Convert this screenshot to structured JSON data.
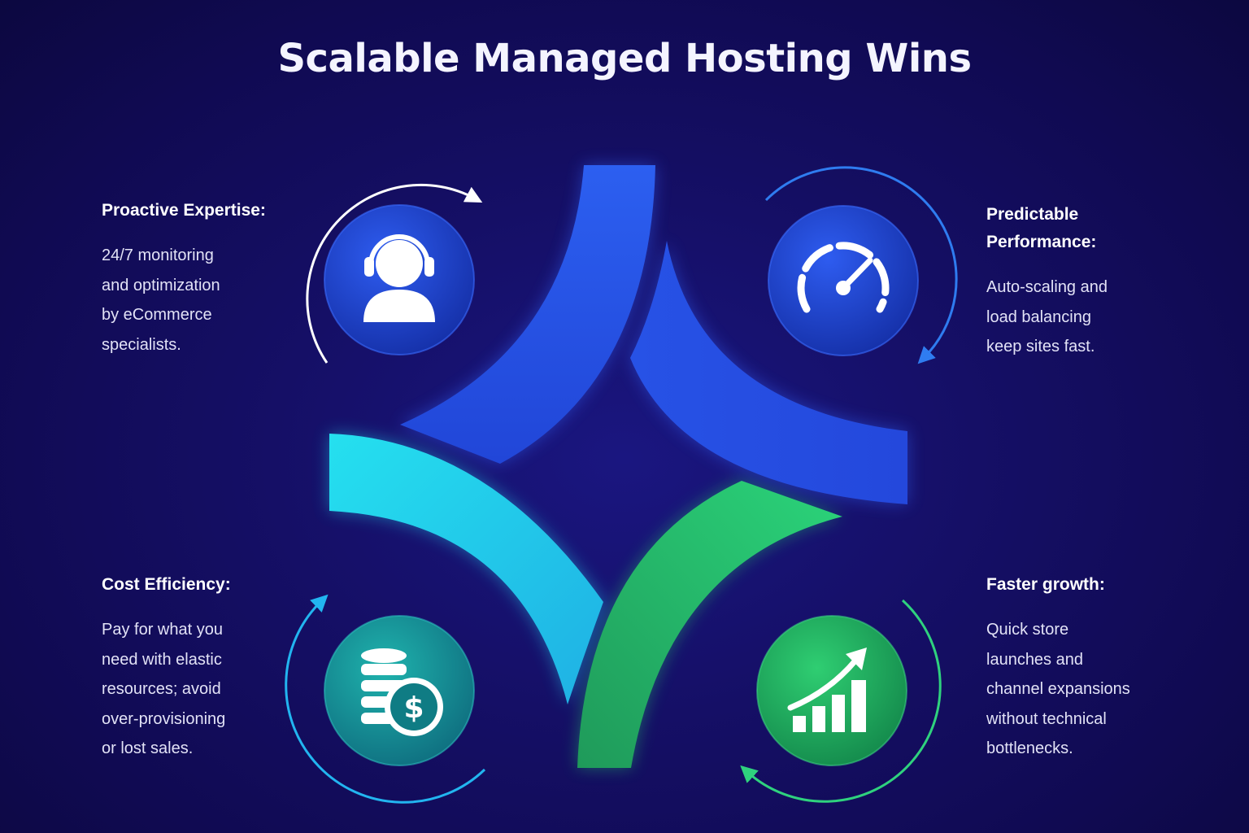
{
  "title": "Scalable Managed Hosting Wins",
  "colors": {
    "background": "#130d5e",
    "blue": "#2f5ae8",
    "cyan": "#22d3e6",
    "green": "#27b566",
    "teal": "#1aa6a0"
  },
  "features": [
    {
      "id": "proactive-expertise",
      "heading_lines": [
        "Proactive Expertise:"
      ],
      "body_lines": [
        "24/7 monitoring",
        "and optimization",
        "by eCommerce",
        "specialists."
      ],
      "icon": "headset-support-icon"
    },
    {
      "id": "predictable-performance",
      "heading_lines": [
        "Predictable",
        "Performance:"
      ],
      "body_lines": [
        "Auto-scaling and",
        "load balancing",
        "keep sites fast."
      ],
      "icon": "speedometer-icon"
    },
    {
      "id": "cost-efficiency",
      "heading_lines": [
        "Cost Efficiency:"
      ],
      "body_lines": [
        "Pay for what you",
        "need with elastic",
        "resources; avoid",
        "over-provisioning",
        "or lost sales."
      ],
      "icon": "coins-dollar-icon"
    },
    {
      "id": "faster-growth",
      "heading_lines": [
        "Faster growth:"
      ],
      "body_lines": [
        "Quick store",
        "launches and",
        "channel expansions",
        "without technical",
        "bottlenecks."
      ],
      "icon": "growth-chart-icon"
    }
  ]
}
